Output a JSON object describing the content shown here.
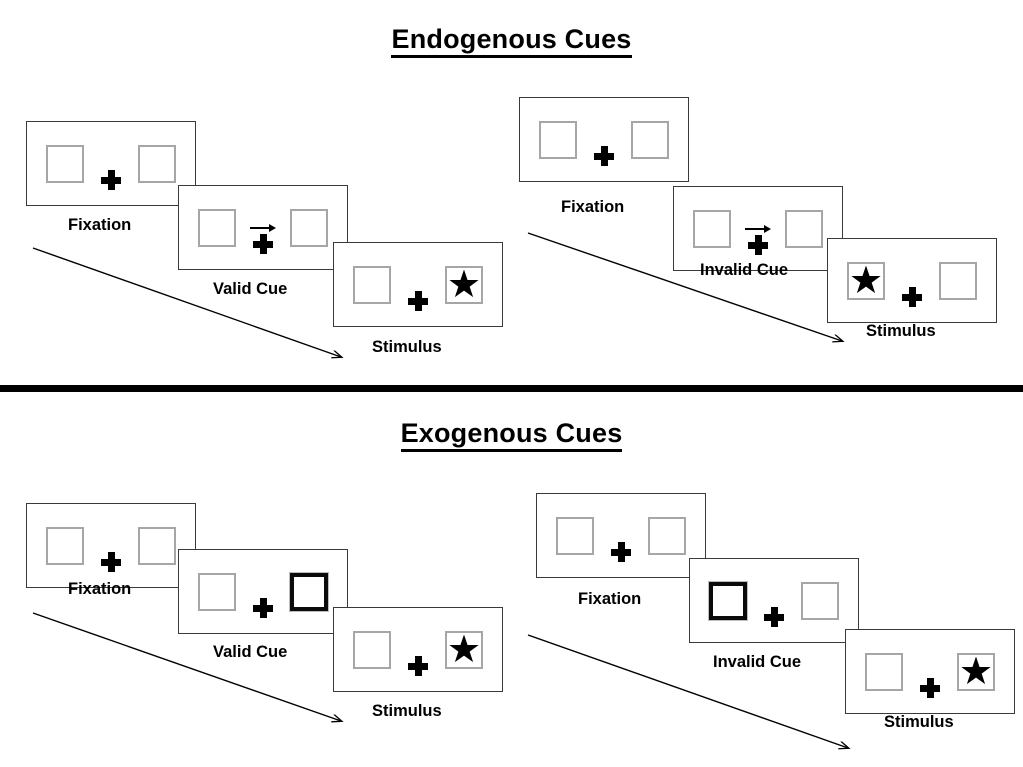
{
  "figure": {
    "title_top": "Endogenous Cues",
    "title_bottom": "Exogenous Cues",
    "captions": {
      "fixation": "Fixation",
      "valid_cue": "Valid Cue",
      "invalid_cue": "Invalid Cue",
      "stimulus": "Stimulus"
    },
    "colors": {
      "ink": "#000000",
      "panel_border": "#3a3a3a",
      "box_border": "#a6a6a6",
      "cued_box_border": "#0b0b0b",
      "background": "#ffffff"
    }
  },
  "sections": [
    {
      "id": "endogenous",
      "title": "Endogenous Cues",
      "cue_type": "central-arrow",
      "sequences": [
        {
          "id": "endogenous-valid",
          "condition": "Valid Cue",
          "panels": [
            {
              "caption": "Fixation",
              "left_box": "empty",
              "right_box": "empty",
              "center": "cross",
              "arrow": "none"
            },
            {
              "caption": "Valid Cue",
              "left_box": "empty",
              "right_box": "empty",
              "center": "arrow-over-cross",
              "arrow": "right"
            },
            {
              "caption": "Stimulus",
              "left_box": "empty",
              "right_box": "star",
              "center": "cross",
              "arrow": "none"
            }
          ]
        },
        {
          "id": "endogenous-invalid",
          "condition": "Invalid Cue",
          "panels": [
            {
              "caption": "Fixation",
              "left_box": "empty",
              "right_box": "empty",
              "center": "cross",
              "arrow": "none"
            },
            {
              "caption": "Invalid Cue",
              "left_box": "empty",
              "right_box": "empty",
              "center": "arrow-over-cross",
              "arrow": "right"
            },
            {
              "caption": "Stimulus",
              "left_box": "star",
              "right_box": "empty",
              "center": "cross",
              "arrow": "none"
            }
          ]
        }
      ]
    },
    {
      "id": "exogenous",
      "title": "Exogenous Cues",
      "cue_type": "peripheral-box-flash",
      "sequences": [
        {
          "id": "exogenous-valid",
          "condition": "Valid Cue",
          "panels": [
            {
              "caption": "Fixation",
              "left_box": "empty",
              "right_box": "empty",
              "center": "cross",
              "arrow": "none"
            },
            {
              "caption": "Valid Cue",
              "left_box": "empty",
              "right_box": "cued",
              "center": "cross",
              "arrow": "none"
            },
            {
              "caption": "Stimulus",
              "left_box": "empty",
              "right_box": "star",
              "center": "cross",
              "arrow": "none"
            }
          ]
        },
        {
          "id": "exogenous-invalid",
          "condition": "Invalid Cue",
          "panels": [
            {
              "caption": "Fixation",
              "left_box": "empty",
              "right_box": "empty",
              "center": "cross",
              "arrow": "none"
            },
            {
              "caption": "Invalid Cue",
              "left_box": "cued",
              "right_box": "empty",
              "center": "cross",
              "arrow": "none"
            },
            {
              "caption": "Stimulus",
              "left_box": "empty",
              "right_box": "star",
              "center": "cross",
              "arrow": "none"
            }
          ]
        }
      ]
    }
  ],
  "icons": {
    "fixation_cross": "plus-cross-icon",
    "direction_arrow": "arrow-right-icon",
    "target": "star-icon",
    "timeline": "time-arrow-icon"
  }
}
